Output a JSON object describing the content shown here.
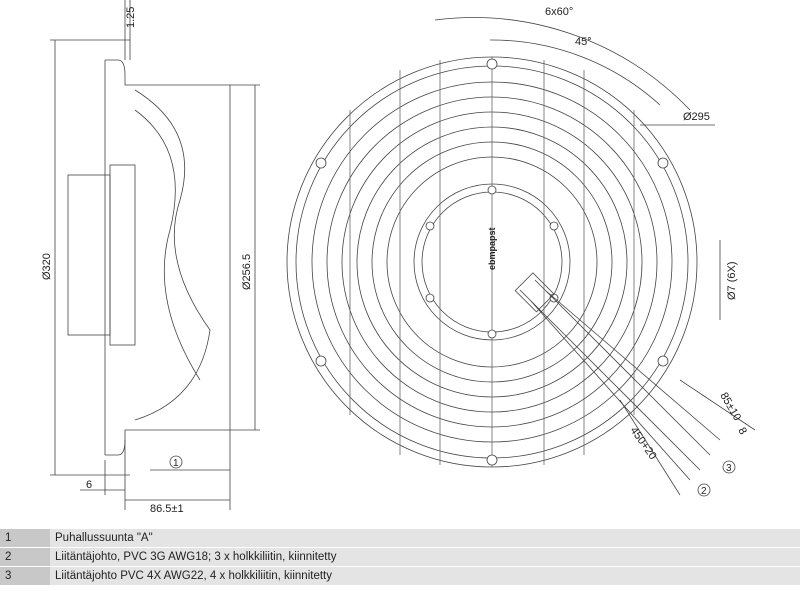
{
  "drawing": {
    "logo_text": "ebmpapst",
    "dimensions": {
      "flange_thickness": "1.25",
      "outer_diameter": "Ø320",
      "inner_diameter": "Ø256.5",
      "offset": "6",
      "depth": "86.5±1",
      "hole_pattern": "6x60°",
      "angle": "45°",
      "hole_circle": "Ø295",
      "holes": "Ø7 (6X)",
      "strip_length": "85±10",
      "sleeve_length": "8",
      "cable_length": "450+20"
    },
    "callouts": [
      "1",
      "2",
      "3"
    ]
  },
  "legend": [
    {
      "num": "1",
      "text": "Puhallussuunta \"A\""
    },
    {
      "num": "2",
      "text": "Liitäntäjohto, PVC 3G AWG18; 3 x holkkiliitin, kiinnitetty"
    },
    {
      "num": "3",
      "text": "Liitäntäjohto PVC 4X AWG22, 4 x holkkiliitin, kiinnitetty"
    }
  ]
}
